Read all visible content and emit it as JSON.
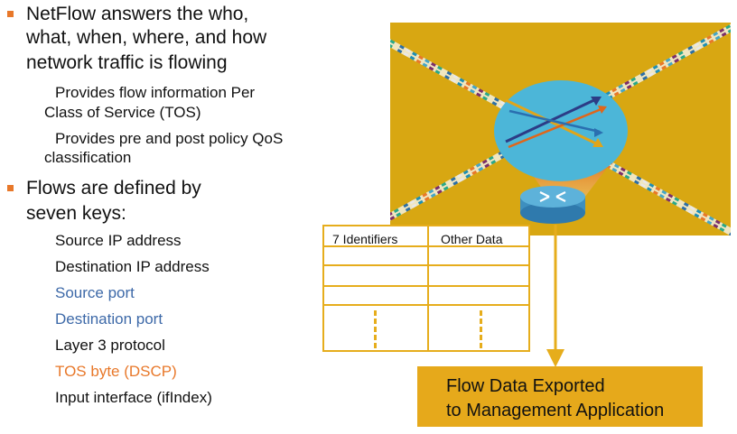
{
  "bullets": {
    "netflow": {
      "lines": [
        "NetFlow answers the who,",
        "what, when, where, and how",
        "network traffic is flowing"
      ],
      "sub1": [
        "Provides flow information Per",
        "Class of Service (TOS)"
      ],
      "sub2": [
        "Provides pre and post policy QoS",
        "classification"
      ]
    },
    "flows": {
      "lines": [
        "Flows are defined by",
        "seven keys:"
      ],
      "keys": [
        "Source IP address",
        "Destination IP address",
        "Source port",
        "Destination port",
        "Layer 3 protocol",
        "TOS byte (DSCP)",
        "Input interface (ifIndex)"
      ]
    }
  },
  "table": {
    "col1": "7 Identifiers",
    "col2": "Other Data"
  },
  "export": {
    "line1": "Flow Data Exported",
    "line2": "to Management Application"
  },
  "colors": {
    "accent_orange": "#e8782a",
    "link_blue": "#3d69a8",
    "gold": "#e6ad1c",
    "scene_bg": "#d8a712"
  }
}
